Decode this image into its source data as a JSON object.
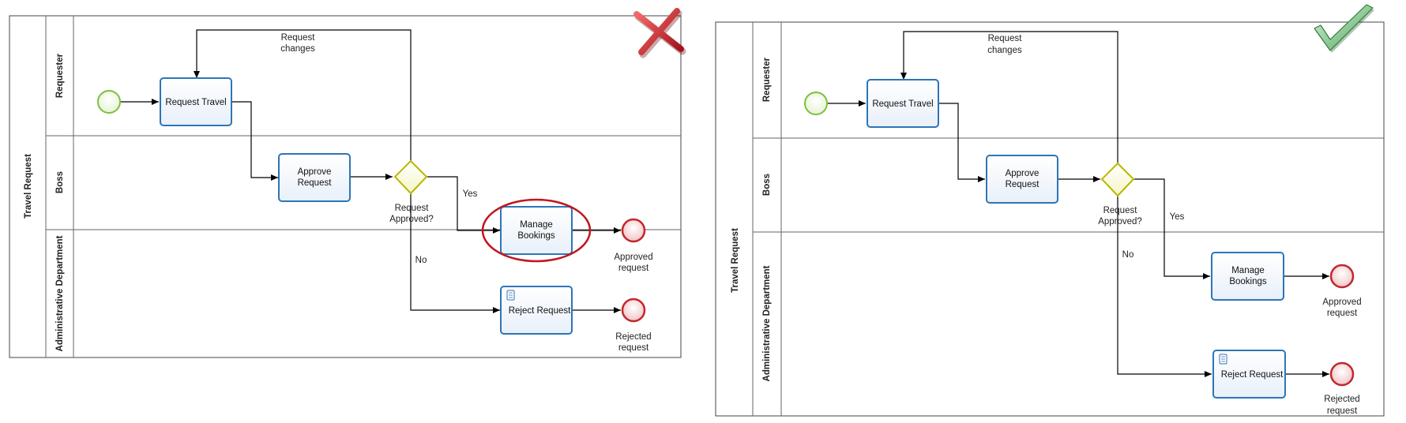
{
  "pool_name": "Travel Request",
  "lanes": {
    "requester": "Requester",
    "boss": "Boss",
    "admin": "Administrative Department"
  },
  "tasks": {
    "request_travel": "Request Travel",
    "approve_request_l1": "Approve",
    "approve_request_l2": "Request",
    "manage_bookings_l1": "Manage",
    "manage_bookings_l2": "Bookings",
    "reject_request": "Reject Request"
  },
  "gateway": {
    "label_l1": "Request",
    "label_l2": "Approved?"
  },
  "flows": {
    "request_changes_l1": "Request",
    "request_changes_l2": "changes",
    "yes": "Yes",
    "no": "No"
  },
  "end_events": {
    "approved_l1": "Approved",
    "approved_l2": "request",
    "rejected_l1": "Rejected",
    "rejected_l2": "request"
  },
  "marks": {
    "wrong": "cross-mark-icon",
    "right": "check-mark-icon"
  },
  "colors": {
    "task_border": "#2e75b6",
    "start_event": "#7fbf3f",
    "end_event": "#c0282d",
    "gateway": "#b8b800",
    "highlight": "#c0161c"
  }
}
